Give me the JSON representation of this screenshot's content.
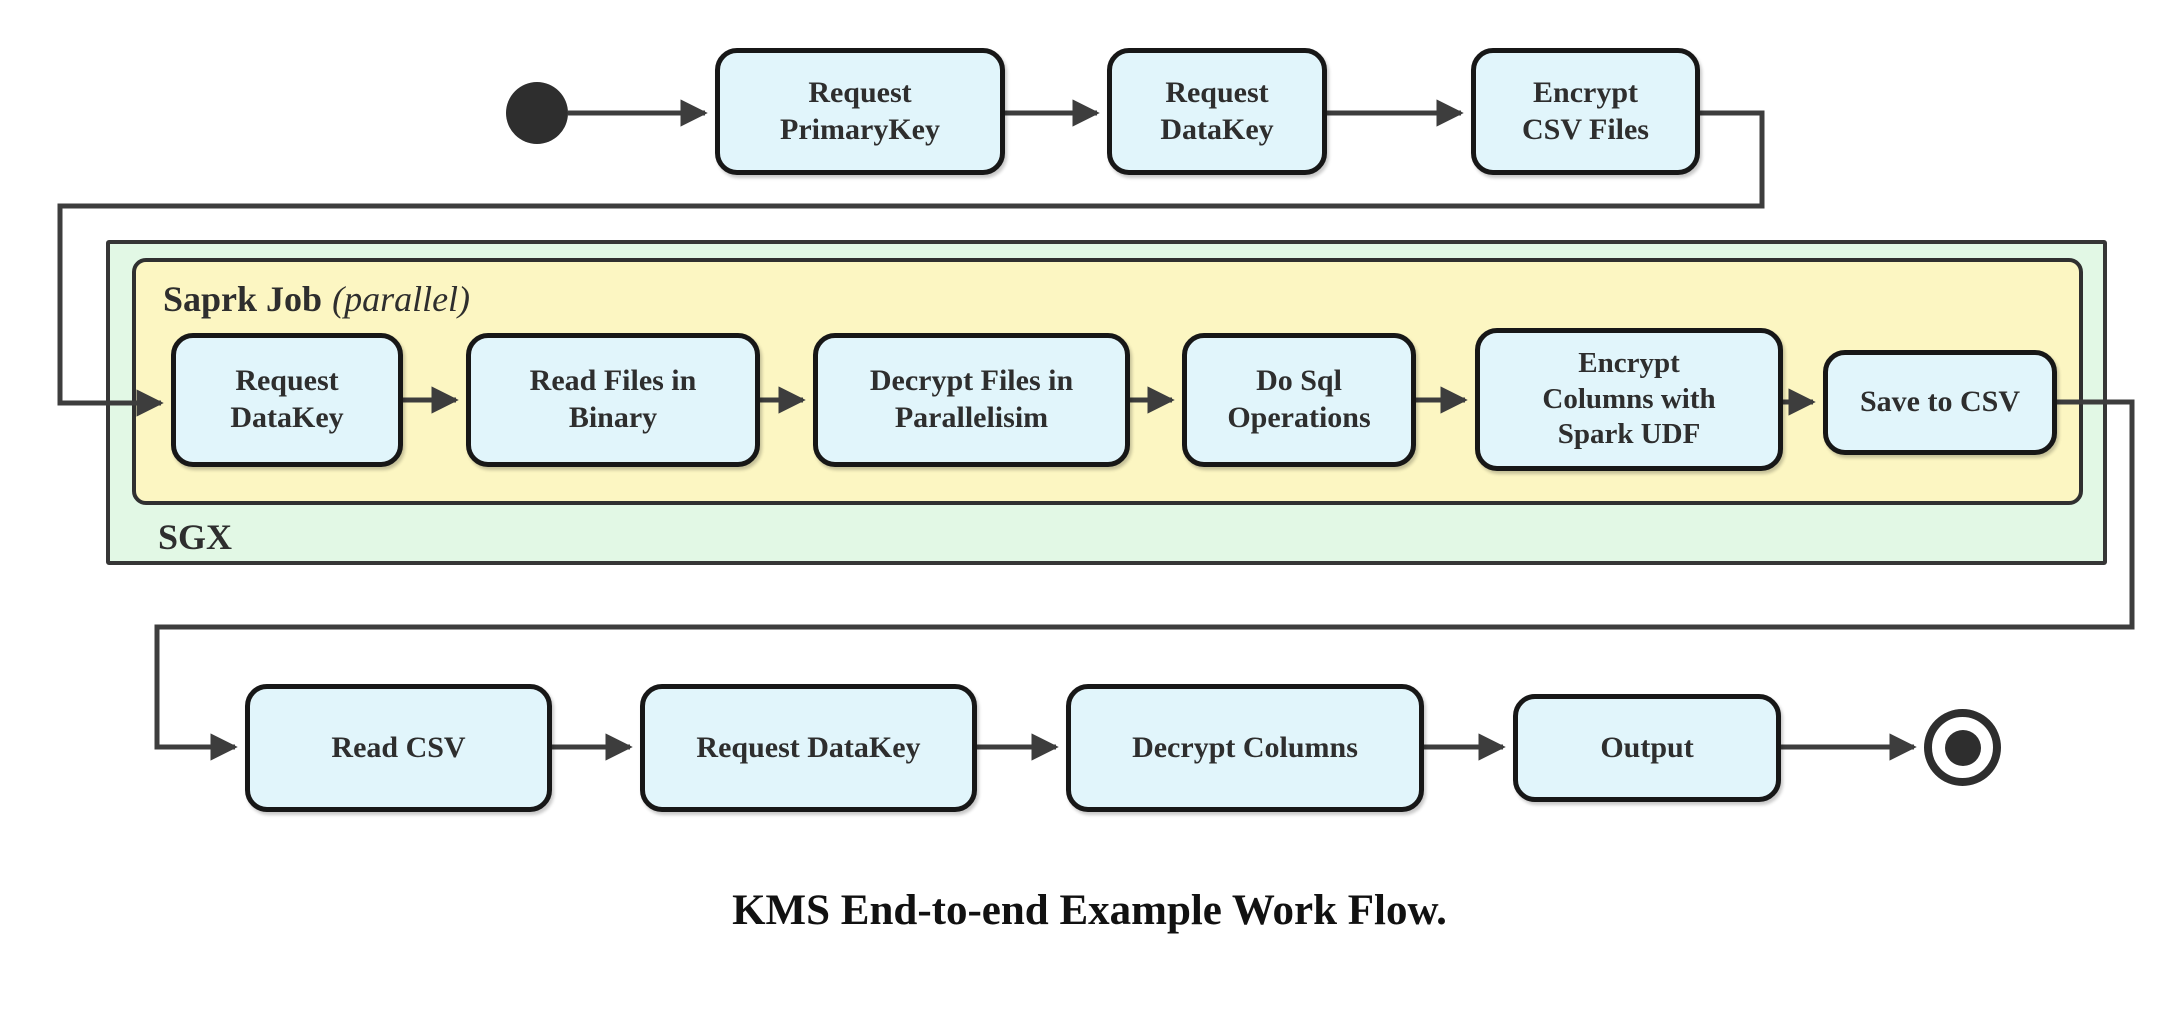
{
  "diagram": {
    "caption": "KMS End-to-end Example Work Flow.",
    "containers": {
      "sgx": {
        "label": "SGX"
      },
      "spark": {
        "label": "Saprk Job",
        "annotation": "(parallel)"
      }
    },
    "top_row": [
      {
        "label": "Request\nPrimaryKey"
      },
      {
        "label": "Request\nDataKey"
      },
      {
        "label": "Encrypt\nCSV Files"
      }
    ],
    "spark_row": [
      {
        "label": "Request\nDataKey"
      },
      {
        "label": "Read Files in\nBinary"
      },
      {
        "label": "Decrypt Files in\nParallelisim"
      },
      {
        "label": "Do Sql\nOperations"
      },
      {
        "label": "Encrypt\nColumns with\nSpark UDF"
      },
      {
        "label": "Save to CSV"
      }
    ],
    "bottom_row": [
      {
        "label": "Read CSV"
      },
      {
        "label": "Request DataKey"
      },
      {
        "label": "Decrypt Columns"
      },
      {
        "label": "Output"
      }
    ],
    "colors": {
      "node_fill": "#e1f5fb",
      "node_border": "#171717",
      "spark_container_fill": "#fcf6c2",
      "sgx_container_fill": "#e2f8e5",
      "container_border": "#363636",
      "connector": "#3d3d3d",
      "start_end_node": "#2e2e2e",
      "text": "#2e2e2e",
      "background": "#ffffff"
    }
  }
}
